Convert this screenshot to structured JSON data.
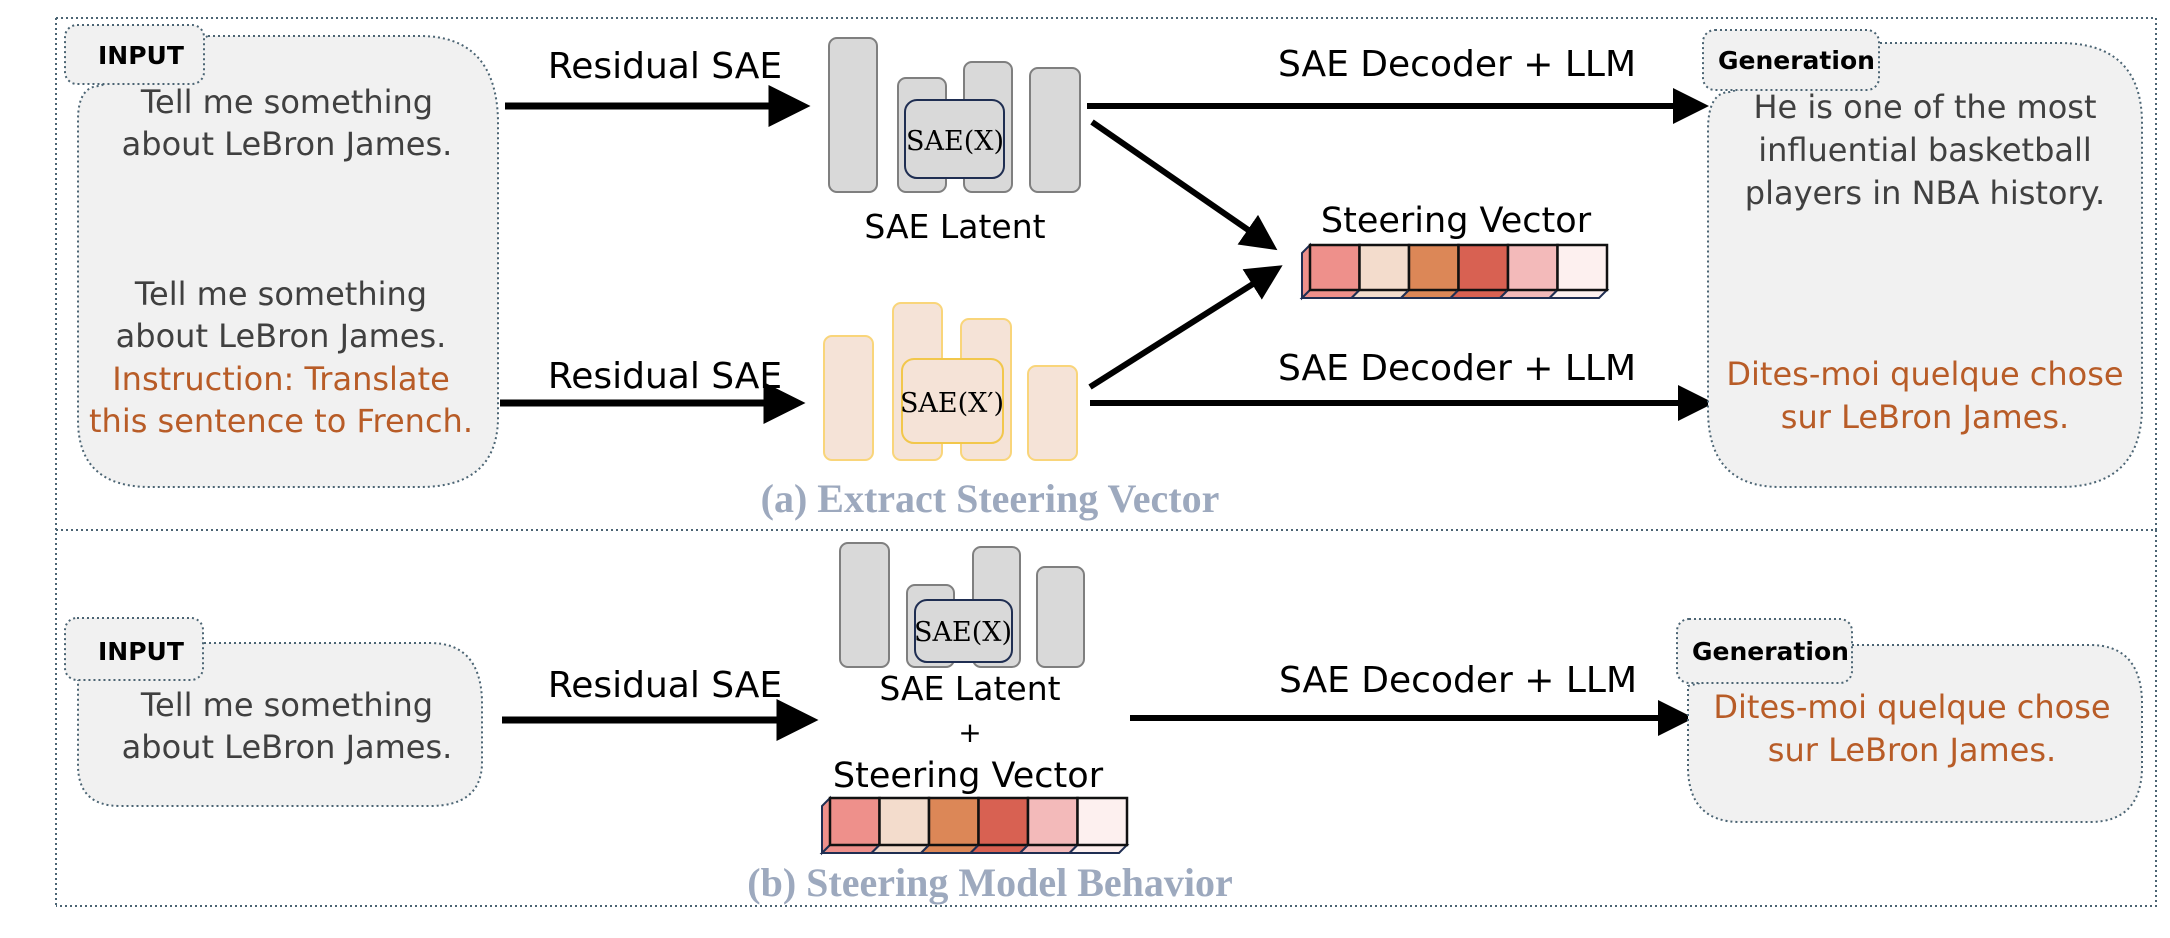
{
  "colors": {
    "panel_border": "#4B6473",
    "box_fill": "#F1F1F1",
    "gray_bar_fill": "#D9D9D9",
    "gray_bar_stroke": "#7F7F7F",
    "sae_box_stroke": "#1F2E52",
    "yellow_bar_fill": "#F5E3D7",
    "yellow_bar_stroke": "#F9D57A",
    "yellow_inner_stroke": "#F2C74B",
    "accent_text": "#B85C27",
    "caption": "#9DA9BE",
    "steering_cells": [
      "#EE908B",
      "#F3DCCC",
      "#DC8757",
      "#D86152",
      "#F3BABA",
      "#FDF0EF"
    ]
  },
  "panel_a": {
    "caption": "(a) Extract Steering Vector",
    "input": {
      "tab": "INPUT",
      "prompt_1": [
        "Tell me something",
        "about LeBron James."
      ],
      "prompt_2": [
        "Tell me something",
        "about LeBron James."
      ],
      "instruction": [
        "Instruction: Translate",
        "this sentence to French."
      ]
    },
    "arrow_top_label": "Residual SAE",
    "arrow_bottom_label": "Residual SAE",
    "latent_top": {
      "box": "SAE(X)",
      "label": "SAE Latent"
    },
    "latent_bottom": {
      "box": "SAE(X′)"
    },
    "steering_vector_label": "Steering Vector",
    "decoder_top_label": "SAE Decoder + LLM",
    "decoder_bottom_label": "SAE Decoder + LLM",
    "generation": {
      "tab": "Generation",
      "output_1": [
        "He is one of the most",
        "influential basketball",
        "players in NBA history."
      ],
      "output_2": [
        "Dites-moi quelque chose",
        "sur LeBron James."
      ]
    }
  },
  "panel_b": {
    "caption": "(b) Steering Model Behavior",
    "input": {
      "tab": "INPUT",
      "prompt": [
        "Tell me something",
        "about LeBron James."
      ]
    },
    "arrow_label": "Residual SAE",
    "latent": {
      "box": "SAE(X)",
      "label": "SAE Latent",
      "plus": "+",
      "steering_label": "Steering Vector"
    },
    "decoder_label": "SAE Decoder + LLM",
    "generation": {
      "tab": "Generation",
      "output": [
        "Dites-moi quelque chose",
        "sur LeBron James."
      ]
    }
  }
}
